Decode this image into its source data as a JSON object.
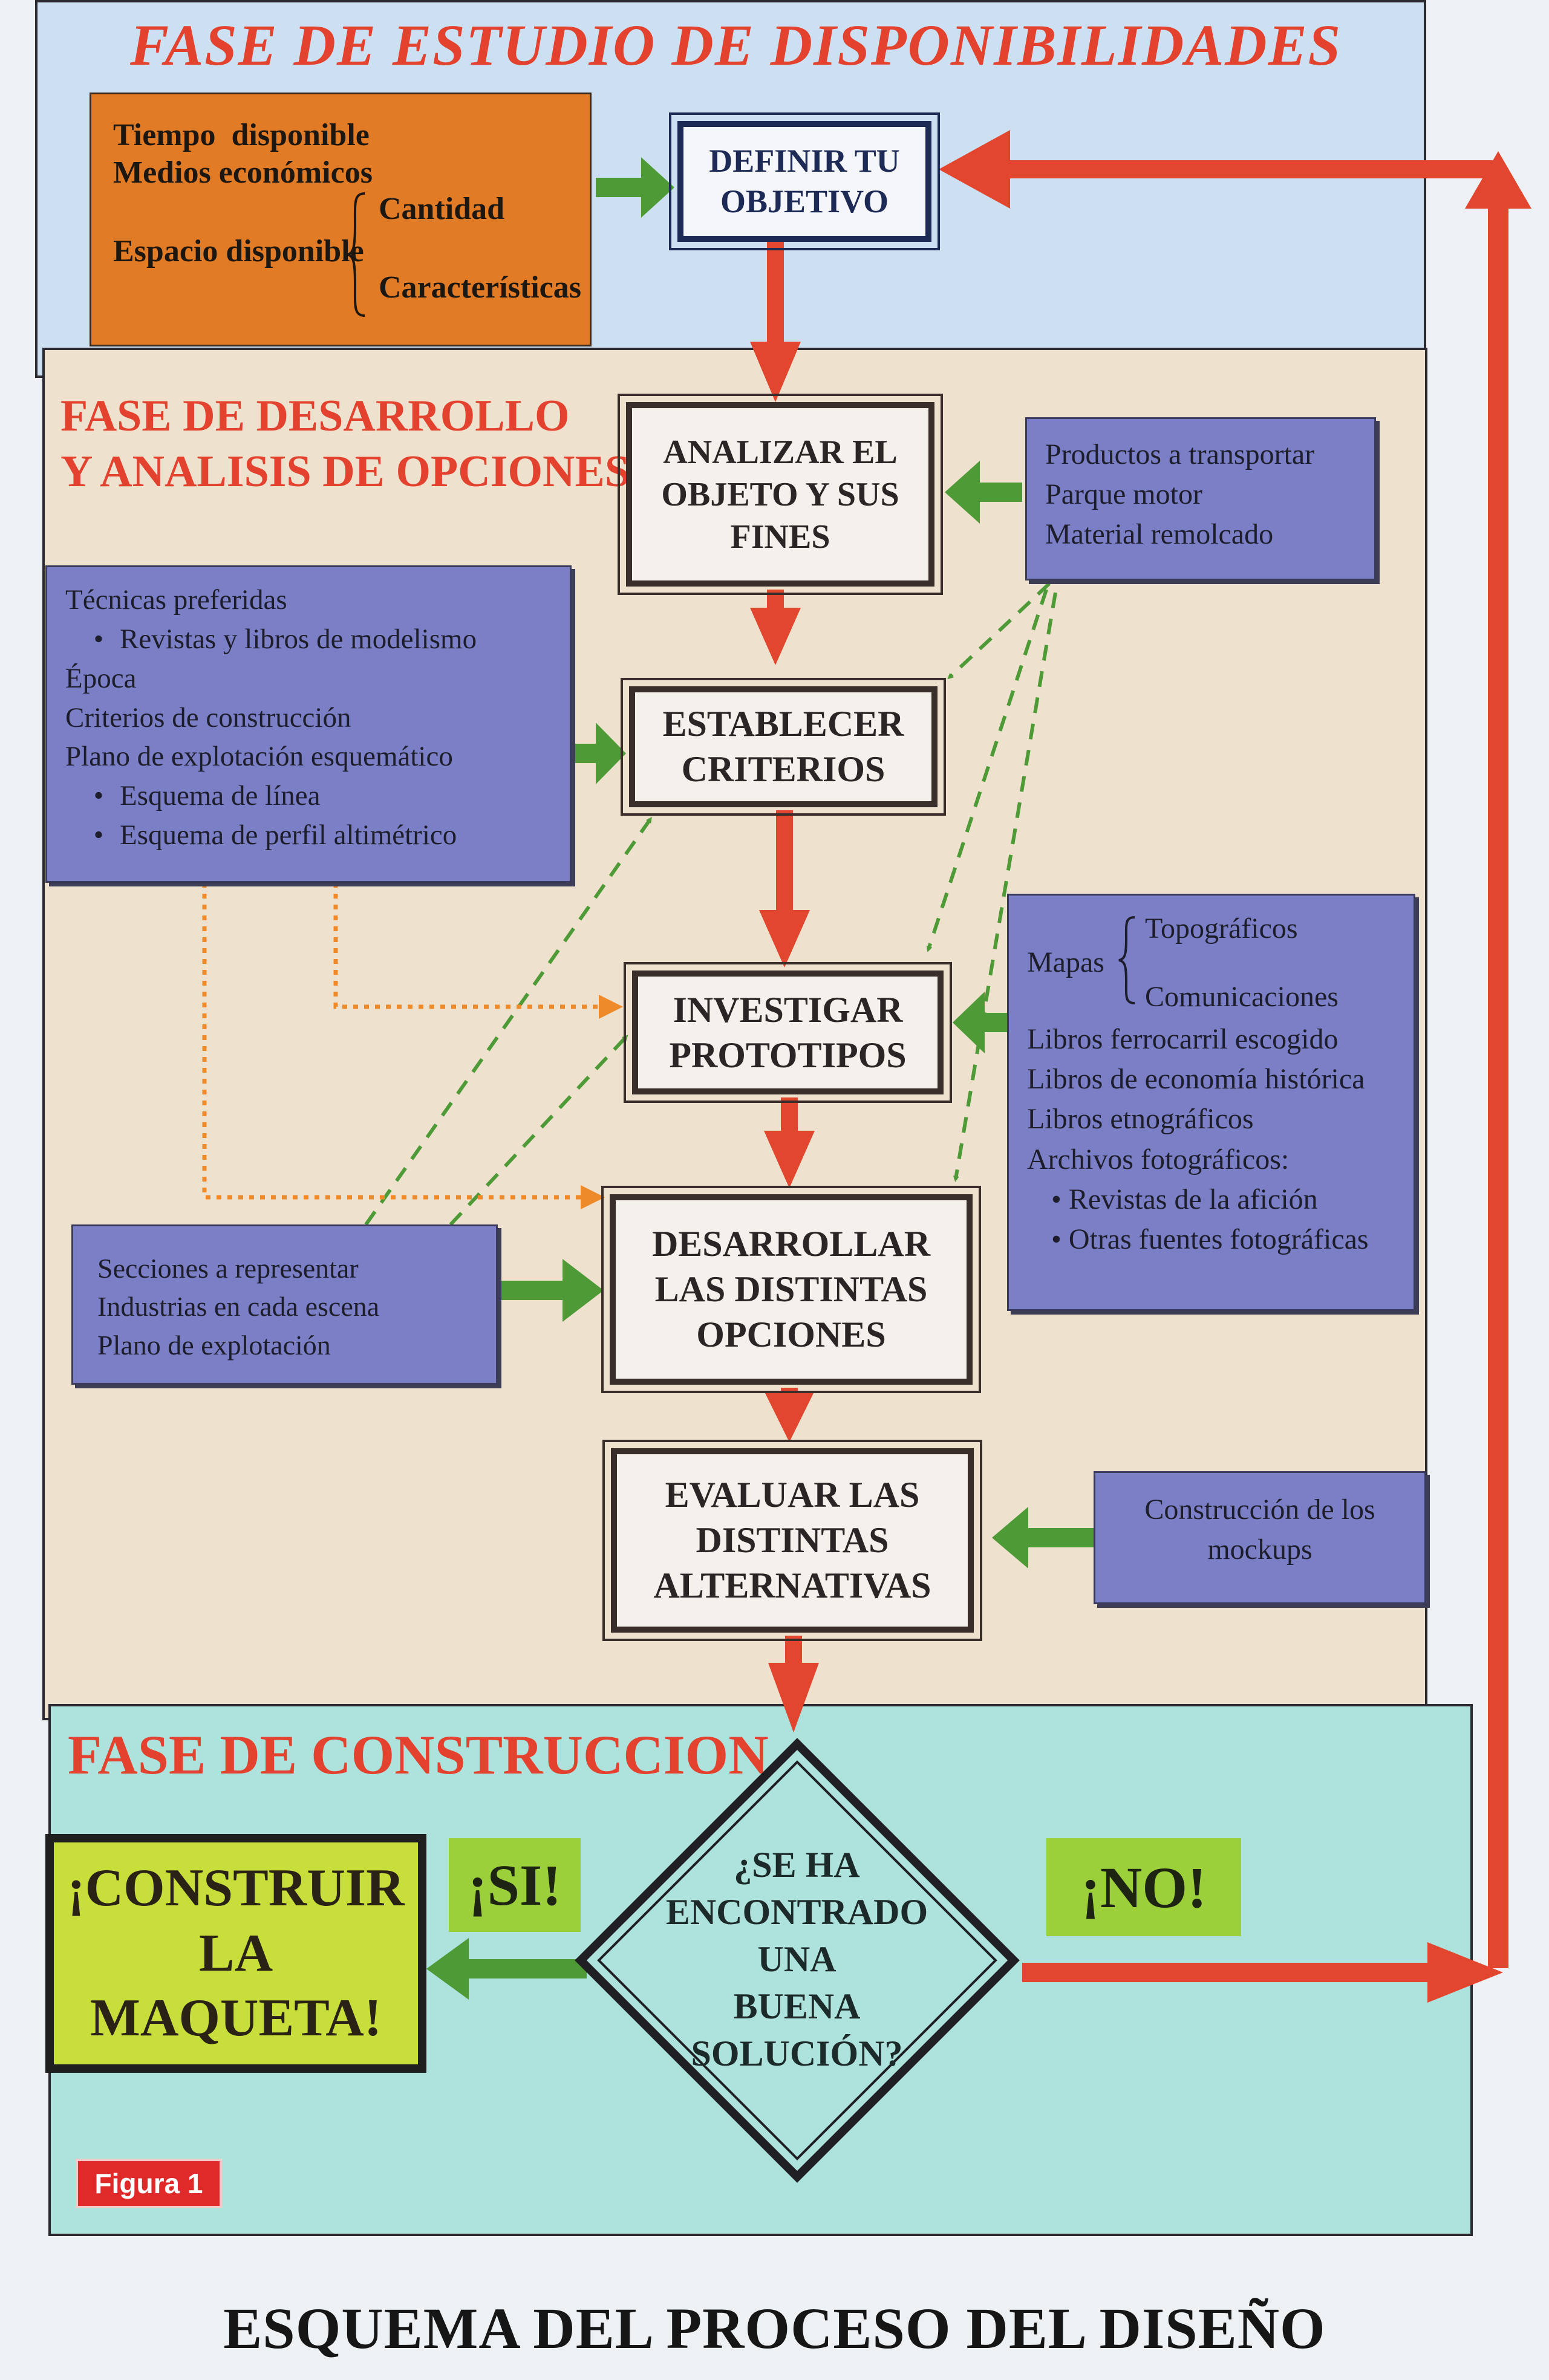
{
  "phases": {
    "availability": {
      "title": "FASE DE ESTUDIO DE DISPONIBILIDADES"
    },
    "development": {
      "title_line1": "FASE DE DESARROLLO",
      "title_line2": "Y ANALISIS DE OPCIONES"
    },
    "construction": {
      "title": "FASE DE CONSTRUCCION"
    }
  },
  "availability_box": {
    "line1": "Tiempo  disponible",
    "line2": "Medios económicos",
    "line3": "Espacio disponible",
    "brace_top": "Cantidad",
    "brace_bottom": "Características"
  },
  "steps": {
    "define": [
      "DEFINIR TU",
      "OBJETIVO"
    ],
    "analyze": [
      "ANALIZAR EL",
      "OBJETO Y SUS",
      "FINES"
    ],
    "criteria": [
      "ESTABLECER",
      "CRITERIOS"
    ],
    "research": [
      "INVESTIGAR",
      "PROTOTIPOS"
    ],
    "develop": [
      "DESARROLLAR",
      "LAS DISTINTAS",
      "OPCIONES"
    ],
    "evaluate": [
      "EVALUAR LAS",
      "DISTINTAS",
      "ALTERNATIVAS"
    ],
    "decision": [
      "¿SE HA",
      "ENCONTRADO UNA",
      "BUENA",
      "SOLUCIÓN?"
    ],
    "build": [
      "¡CONSTRUIR",
      "LA",
      "MAQUETA!"
    ]
  },
  "inputs": {
    "transport": [
      "Productos a transportar",
      "Parque motor",
      "Material remolcado"
    ],
    "techniques": {
      "line1": "Técnicas preferidas",
      "bullet1": "Revistas y libros de modelismo",
      "line2": "Época",
      "line3": "Criterios de construcción",
      "line4": "Plano de explotación esquemático",
      "bullet2": "Esquema de línea",
      "bullet3": "Esquema de perfil altimétrico"
    },
    "maps": {
      "label": "Mapas",
      "brace_top": "Topográficos",
      "brace_bottom": "Comunicaciones",
      "line1": "Libros ferrocarril escogido",
      "line2": "Libros de economía histórica",
      "line3": "Libros etnográficos",
      "line4": "Archivos fotográficos:",
      "bullet1": "Revistas de la afición",
      "bullet2": "Otras fuentes fotográficas"
    },
    "sections": [
      "Secciones a representar",
      "Industrias en cada escena",
      "Plano de explotación"
    ],
    "mockups": [
      "Construcción de los",
      "mockups"
    ]
  },
  "labels": {
    "yes": "¡SI!",
    "no": "¡NO!"
  },
  "figure_label": "Figura 1",
  "caption": "ESQUEMA DEL PROCESO DEL DISEÑO",
  "colors": {
    "flow_arrow": "#e2462e",
    "input_arrow": "#4e9a36",
    "phase1_bg": "#cde0f2",
    "phase2_bg": "#eee2cf",
    "phase3_bg": "#aee3dd",
    "input_box": "#7b80c6",
    "availability_box": "#e27b26",
    "tag_green": "#9bd03a"
  }
}
